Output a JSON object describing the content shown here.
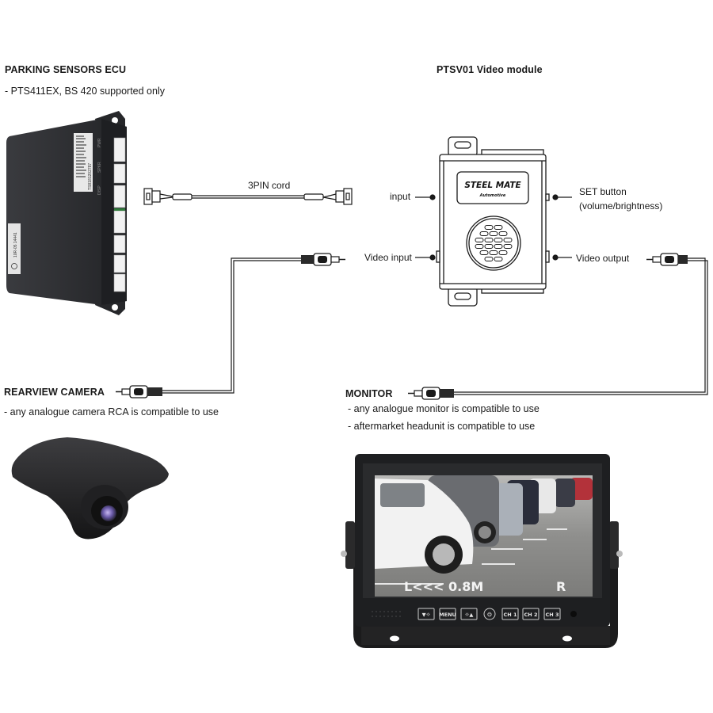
{
  "ecu": {
    "title": "PARKING SENSORS ECU",
    "note": "- PTS411EX, BS 420 supported only",
    "label_serial": "TS8181202787",
    "port_labels": [
      "PWR",
      "SPKR",
      "DISP"
    ],
    "sticker_code": "10R-05 14441"
  },
  "video_module": {
    "title": "PTSV01 Video module",
    "brand": "STEEL MATE",
    "brand_sub": "Automotive",
    "labels": {
      "input": "input",
      "video_input": "Video input",
      "set_button": "SET button",
      "set_button_sub": "(volume/brightness)",
      "video_output": "Video output"
    }
  },
  "cord": {
    "label": "3PIN cord"
  },
  "camera": {
    "title": "REARVIEW CAMERA",
    "note": "- any analogue camera RCA is compatible to use"
  },
  "monitor": {
    "title": "MONITOR",
    "notes": [
      "- any analogue monitor is compatible to use",
      "- aftermarket headunit is compatible to use"
    ],
    "overlay_left": "L<<< 0.8M",
    "overlay_right": "R",
    "buttons": [
      "▼☼",
      "MENU",
      "☼▲",
      "⏻",
      "CH 1",
      "CH 2",
      "CH 3"
    ]
  },
  "colors": {
    "line": "#1a1a1a",
    "device_dark": "#2a2b2e",
    "monitor_frame": "#1e1f21",
    "screen_ground": "#8a8a88"
  }
}
